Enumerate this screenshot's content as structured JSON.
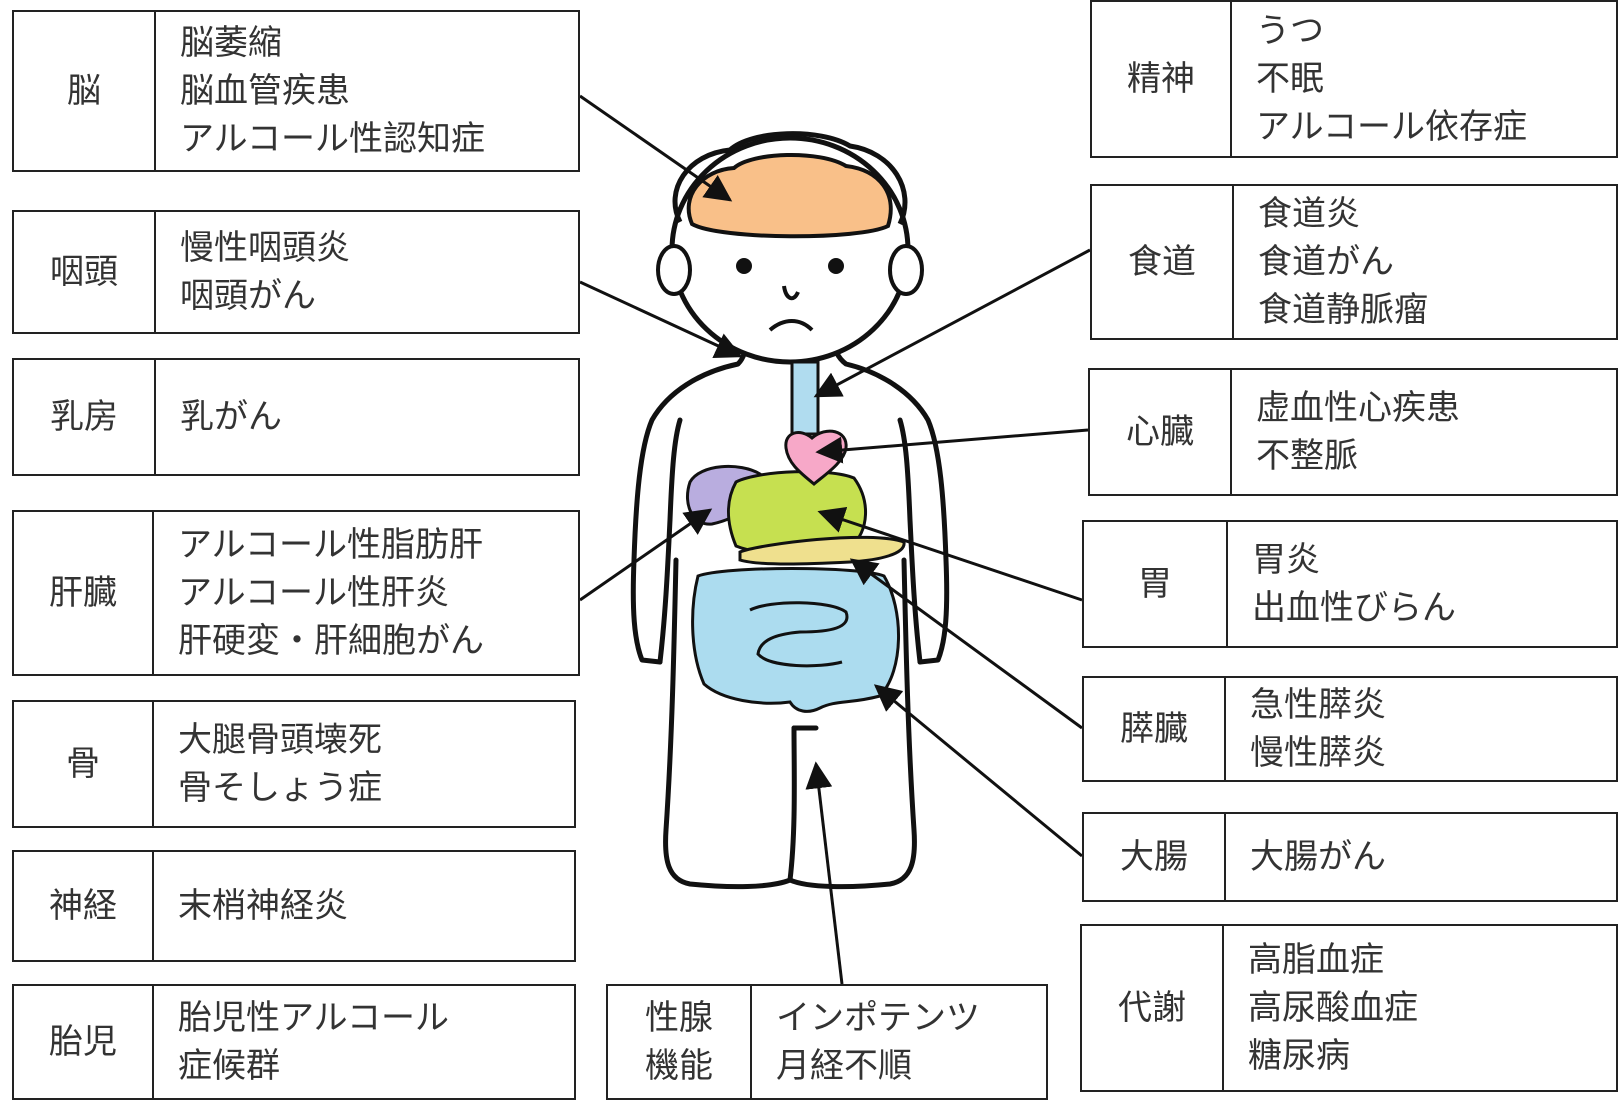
{
  "diagram": {
    "colors": {
      "brain": "#F9C089",
      "heart": "#F7A8C8",
      "liver": "#B9ADDF",
      "stomach": "#C6E050",
      "pancreas": "#EFE08E",
      "intestine": "#ACDCEF",
      "esophagus": "#B0DCEF",
      "outline": "#111111"
    },
    "left_boxes": [
      {
        "id": "brain",
        "organ": "脳",
        "items": [
          "脳萎縮",
          "脳血管疾患",
          "アルコール性認知症"
        ]
      },
      {
        "id": "pharynx",
        "organ": "咽頭",
        "items": [
          "慢性咽頭炎",
          "咽頭がん"
        ]
      },
      {
        "id": "breast",
        "organ": "乳房",
        "items": [
          "乳がん"
        ]
      },
      {
        "id": "liver",
        "organ": "肝臓",
        "items": [
          "アルコール性脂肪肝",
          "アルコール性肝炎",
          "肝硬変・肝細胞がん"
        ]
      },
      {
        "id": "bone",
        "organ": "骨",
        "items": [
          "大腿骨頭壊死",
          "骨そしょう症"
        ]
      },
      {
        "id": "nerve",
        "organ": "神経",
        "items": [
          "末梢神経炎"
        ]
      },
      {
        "id": "fetus",
        "organ": "胎児",
        "items": [
          "胎児性アルコール",
          "症候群"
        ]
      }
    ],
    "bottom_box": {
      "id": "gonad",
      "organ_lines": [
        "性腺",
        "機能"
      ],
      "items": [
        "インポテンツ",
        "月経不順"
      ]
    },
    "right_boxes": [
      {
        "id": "mind",
        "organ": "精神",
        "items": [
          "うつ",
          "不眠",
          "アルコール依存症"
        ]
      },
      {
        "id": "esophagus",
        "organ": "食道",
        "items": [
          "食道炎",
          "食道がん",
          "食道静脈瘤"
        ]
      },
      {
        "id": "heart",
        "organ": "心臓",
        "items": [
          "虚血性心疾患",
          "不整脈"
        ]
      },
      {
        "id": "stomach",
        "organ": "胃",
        "items": [
          "胃炎",
          "出血性びらん"
        ]
      },
      {
        "id": "pancreas",
        "organ": "膵臓",
        "items": [
          "急性膵炎",
          "慢性膵炎"
        ]
      },
      {
        "id": "colon",
        "organ": "大腸",
        "items": [
          "大腸がん"
        ]
      },
      {
        "id": "metabolism",
        "organ": "代謝",
        "items": [
          "高脂血症",
          "高尿酸血症",
          "糖尿病"
        ]
      }
    ]
  }
}
